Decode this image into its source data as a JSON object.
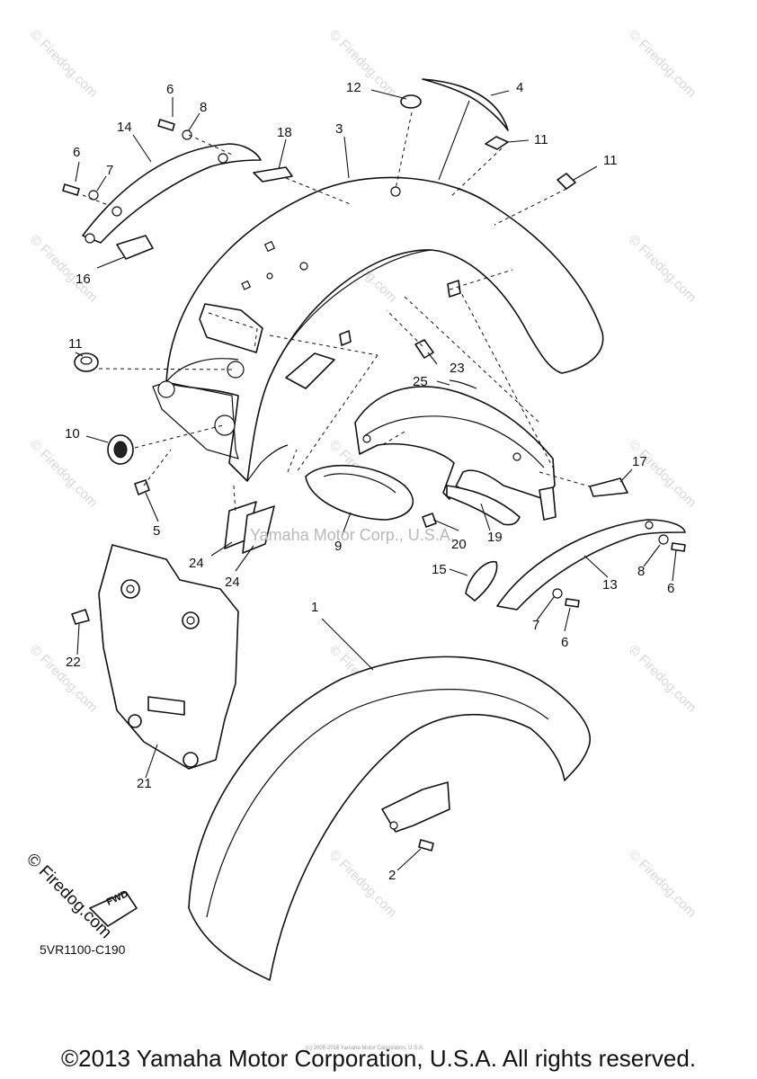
{
  "watermark_text": "© Firedog.com",
  "centre_watermark": "Yamaha Motor Corp., U.S.A.",
  "stamp_text": "© Firedog.com",
  "fwd_label": "FWD",
  "diagram_code": "5VR1100-C190",
  "copyright": "©2013 Yamaha Motor Corporation, U.S.A. All rights reserved.",
  "tiny_note": "(c) 2005-2016 Yamaha Motor Corporation, U.S.A.",
  "callouts": {
    "c1": "1",
    "c2": "2",
    "c3": "3",
    "c4": "4",
    "c5": "5",
    "c6a": "6",
    "c6b": "6",
    "c6c": "6",
    "c6d": "6",
    "c7a": "7",
    "c7b": "7",
    "c8a": "8",
    "c8b": "8",
    "c9": "9",
    "c10": "10",
    "c11a": "11",
    "c11b": "11",
    "c11c": "11",
    "c12": "12",
    "c13": "13",
    "c14": "14",
    "c15": "15",
    "c16": "16",
    "c17": "17",
    "c18": "18",
    "c19": "19",
    "c20": "20",
    "c21": "21",
    "c22": "22",
    "c23": "23",
    "c24a": "24",
    "c24b": "24",
    "c25": "25"
  }
}
